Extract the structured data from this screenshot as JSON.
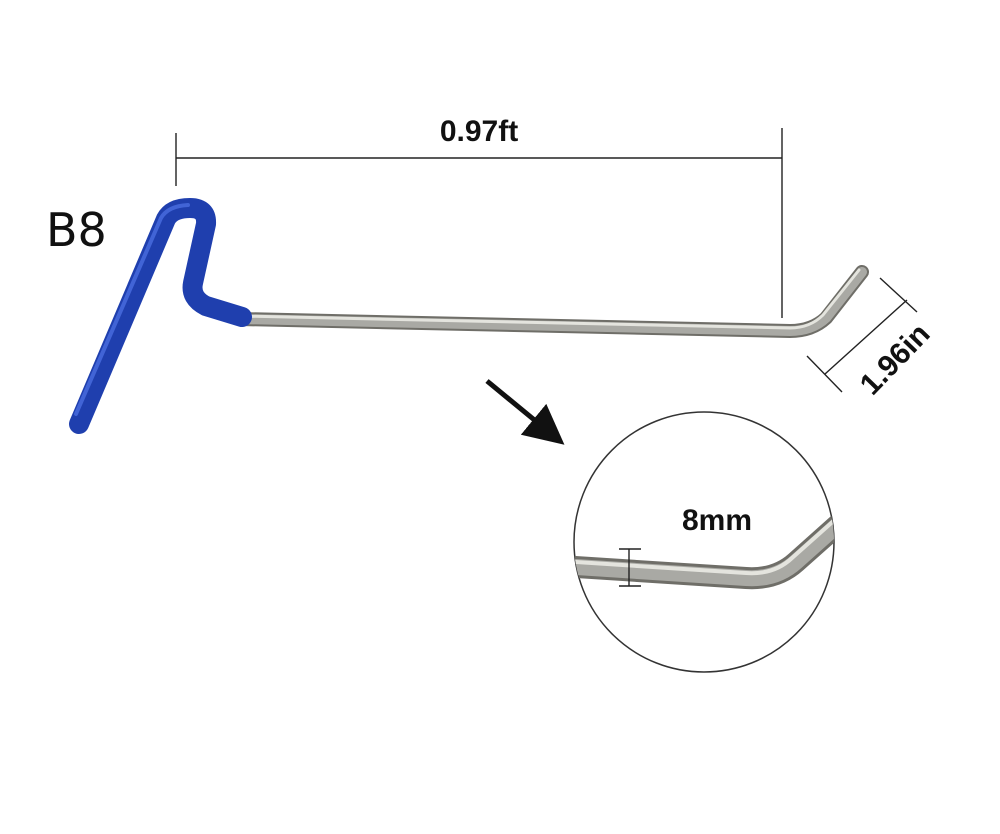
{
  "model_label": "B8",
  "dimensions": {
    "length": "0.97ft",
    "tip_length": "1.96in",
    "rod_diameter": "8mm"
  },
  "colors": {
    "handle": "#1f3fae",
    "handle_highlight": "#4a6ee0",
    "rod": "#a9a9a4",
    "rod_dark": "#6f6e68",
    "rod_light": "#e4e4de",
    "dimension_line": "#222222",
    "arrow": "#111111"
  }
}
